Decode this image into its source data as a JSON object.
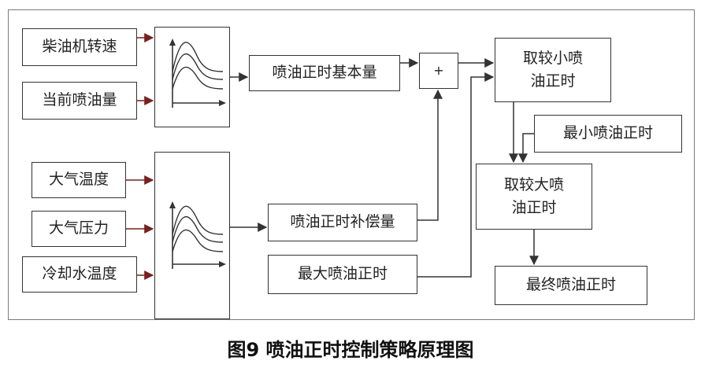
{
  "inputs_top": [
    "柴油机转速",
    "当前喷油量"
  ],
  "inputs_bottom": [
    "大气温度",
    "大气压力",
    "冷却水温度"
  ],
  "base_amount": "喷油正时基本量",
  "compensation": "喷油正时补偿量",
  "max_timing": "最大喷油正时",
  "min_timing": "最小喷油正时",
  "sum_symbol": "+",
  "take_smaller": [
    "取较小喷",
    "油正时"
  ],
  "take_larger": [
    "取较大喷",
    "油正时"
  ],
  "final_timing": "最终喷油正时",
  "caption": "图9 喷油正时控制策略原理图",
  "colors": {
    "line": "#333333",
    "arrow": "#7a1f1f",
    "frame": "#7a7a7a"
  }
}
